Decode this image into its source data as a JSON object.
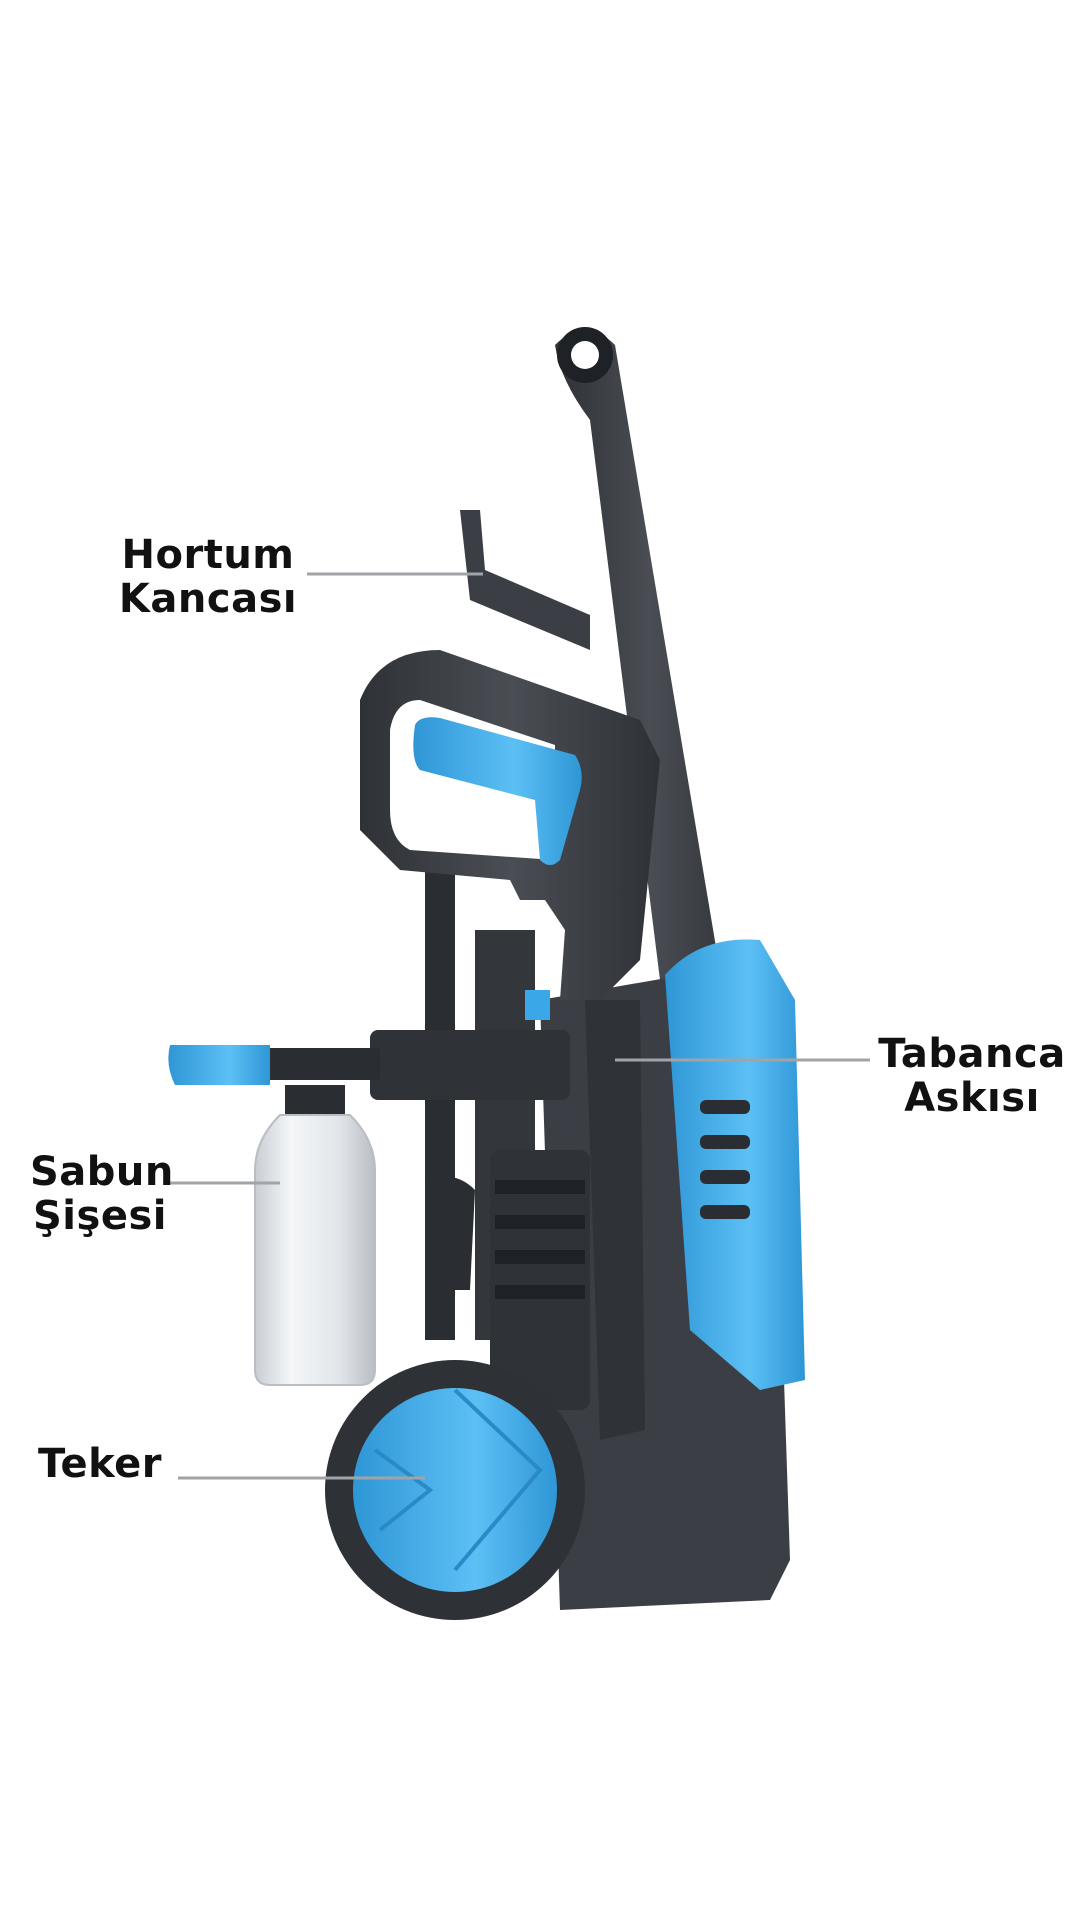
{
  "labels": {
    "hose_hook": {
      "line1": "Hortum",
      "line2": "Kancası"
    },
    "gun_holder": {
      "line1": "Tabanca",
      "line2": "Askısı"
    },
    "soap_bottle": {
      "line1": "Sabun",
      "line2": "Şişesi"
    },
    "wheel": {
      "line1": "Teker"
    }
  },
  "colors": {
    "body_dark": "#3b3f45",
    "body_mid": "#55595f",
    "accent_blue": "#3aa8e8",
    "accent_blue_light": "#5cc0f5",
    "bottle": "#e4e8ec",
    "leader_line": "#a0a4a8"
  }
}
